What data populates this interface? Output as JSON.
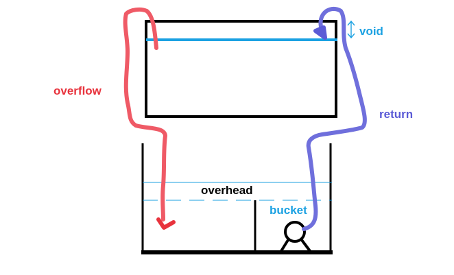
{
  "labels": {
    "void": "void",
    "overflow": "overflow",
    "return": "return",
    "overhead": "overhead",
    "bucket": "bucket"
  },
  "colors": {
    "overflow": "#e8333d",
    "overflow_pipe": "#ef5a66",
    "return": "#5b5bd6",
    "return_pipe": "#6f6fdc",
    "void": "#1ba1e2",
    "water": "#1ba1e2",
    "text": "#000000",
    "structure": "#000000"
  },
  "icons": {
    "void_marker": "double-arrow-vertical-icon",
    "pump": "pump-icon"
  }
}
